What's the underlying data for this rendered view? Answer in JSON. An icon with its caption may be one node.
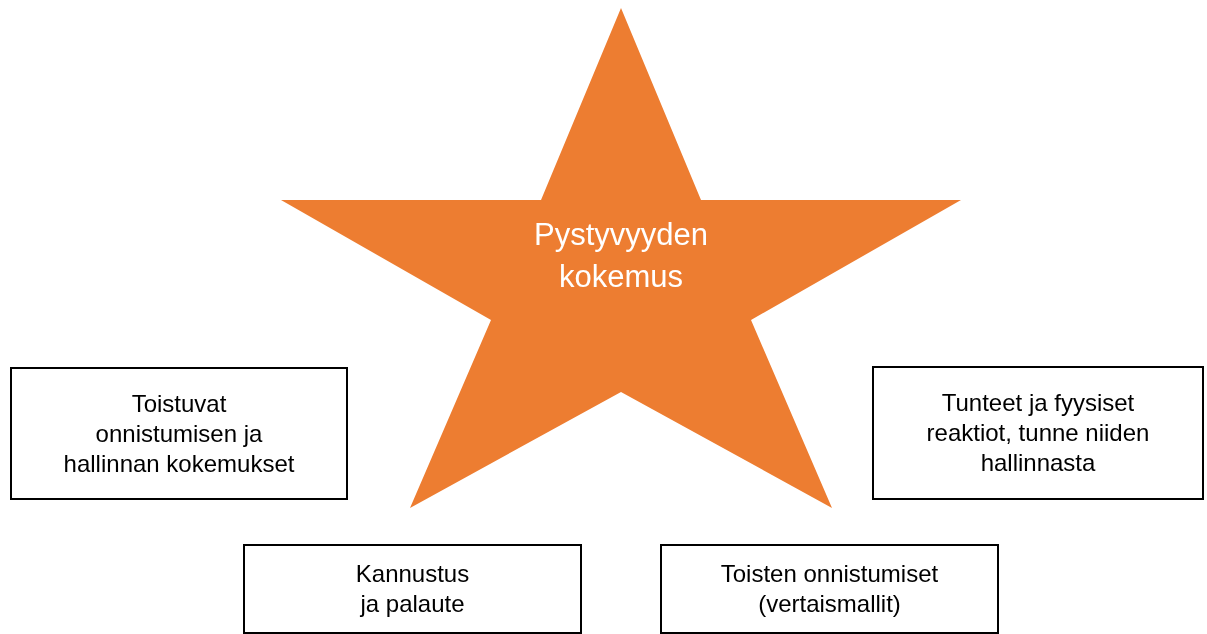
{
  "diagram": {
    "nodes": [
      {
        "text": [
          "Pystyvyyden kokemus"
        ]
      },
      {
        "text": [
          "Toistuvat onnistumisen ja hallinnan kokemukset"
        ]
      },
      {
        "text": [
          "Tunteet ja fyysiset reaktiot, tunne niiden hallinnasta"
        ]
      },
      {
        "text": [
          "Kannustus ja palaute"
        ]
      },
      {
        "text": [
          "Toisten onnistumiset (vertaismallit)"
        ]
      }
    ]
  }
}
